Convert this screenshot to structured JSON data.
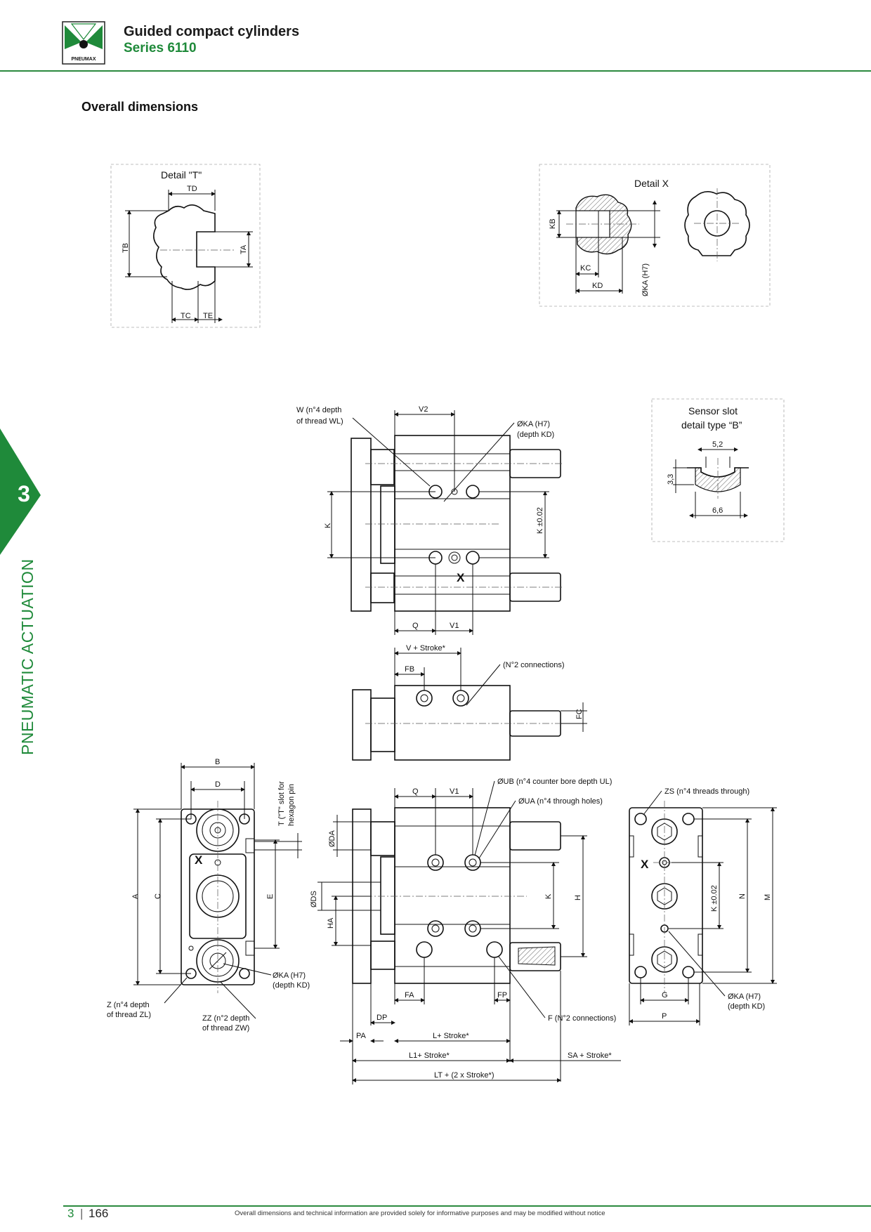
{
  "header": {
    "title": "Guided compact cylinders",
    "subtitle": "Series 6110",
    "logo_text": "PNEUMAX"
  },
  "section_title": "Overall dimensions",
  "side_tab": {
    "chapter": "3",
    "label": "PNEUMATIC ACTUATION"
  },
  "detail_t": {
    "title": "Detail  \"T\"",
    "labels": {
      "td": "TD",
      "tb": "TB",
      "ta": "TA",
      "tc": "TC",
      "te": "TE"
    }
  },
  "detail_x": {
    "title": "Detail X",
    "labels": {
      "kb": "KB",
      "kc": "KC",
      "kd": "KD",
      "ka": "ØKA (H7)"
    }
  },
  "sensor_slot": {
    "title_line1": "Sensor slot",
    "title_line2": "detail type “B”",
    "dim_top": "5,2",
    "dim_side": "3,3",
    "dim_bottom": "6,6"
  },
  "top_view": {
    "w_line1": "W (n°4 depth",
    "w_line2": "of thread WL)",
    "v2": "V2",
    "ka_line1": "ØKA (H7)",
    "ka_line2": "(depth KD)",
    "k": "K",
    "k_tol": "K ±0.02",
    "x": "X",
    "q": "Q",
    "v1": "V1"
  },
  "side_view": {
    "v_stroke": "V + Stroke*",
    "fb": "FB",
    "connections": "(N°2 connections)",
    "fc": "FC"
  },
  "front_view": {
    "b": "B",
    "d": "D",
    "t_line1": "T (\"T\" slot for",
    "t_line2": "hexagon pin",
    "a": "A",
    "c": "C",
    "e": "E",
    "x": "X",
    "ka_line1": "ØKA (H7)",
    "ka_line2": "(depth KD)",
    "z_line1": "Z (n°4 depth",
    "z_line2": "of thread ZL)",
    "zz_line1": "ZZ (n°2 depth",
    "zz_line2": "of thread ZW)"
  },
  "bottom_view": {
    "q": "Q",
    "v1": "V1",
    "ub": "ØUB (n°4 counter bore depth UL)",
    "ua": "ØUA (n°4 through holes)",
    "da": "ØDA",
    "ds": "ØDS",
    "ha": "HA",
    "k": "K",
    "h": "H",
    "fa": "FA",
    "fp": "FP",
    "f": "F (N°2 connections)",
    "dp": "DP",
    "pa": "PA",
    "l_stroke": "L+ Stroke*",
    "l1_stroke": "L1+ Stroke*",
    "sa_stroke": "SA + Stroke*",
    "lt_stroke": "LT + (2 x Stroke*)"
  },
  "rear_view": {
    "zs": "ZS (n°4 threads through)",
    "x": "X",
    "k_tol": "K ±0.02",
    "n": "N",
    "m": "M",
    "g": "G",
    "p": "P",
    "ka_line1": "ØKA  (H7)",
    "ka_line2": "(depth KD)"
  },
  "footer": {
    "chapter": "3",
    "page": "166",
    "note": "Overall dimensions and technical information are provided solely for informative purposes and may be modified without notice"
  }
}
